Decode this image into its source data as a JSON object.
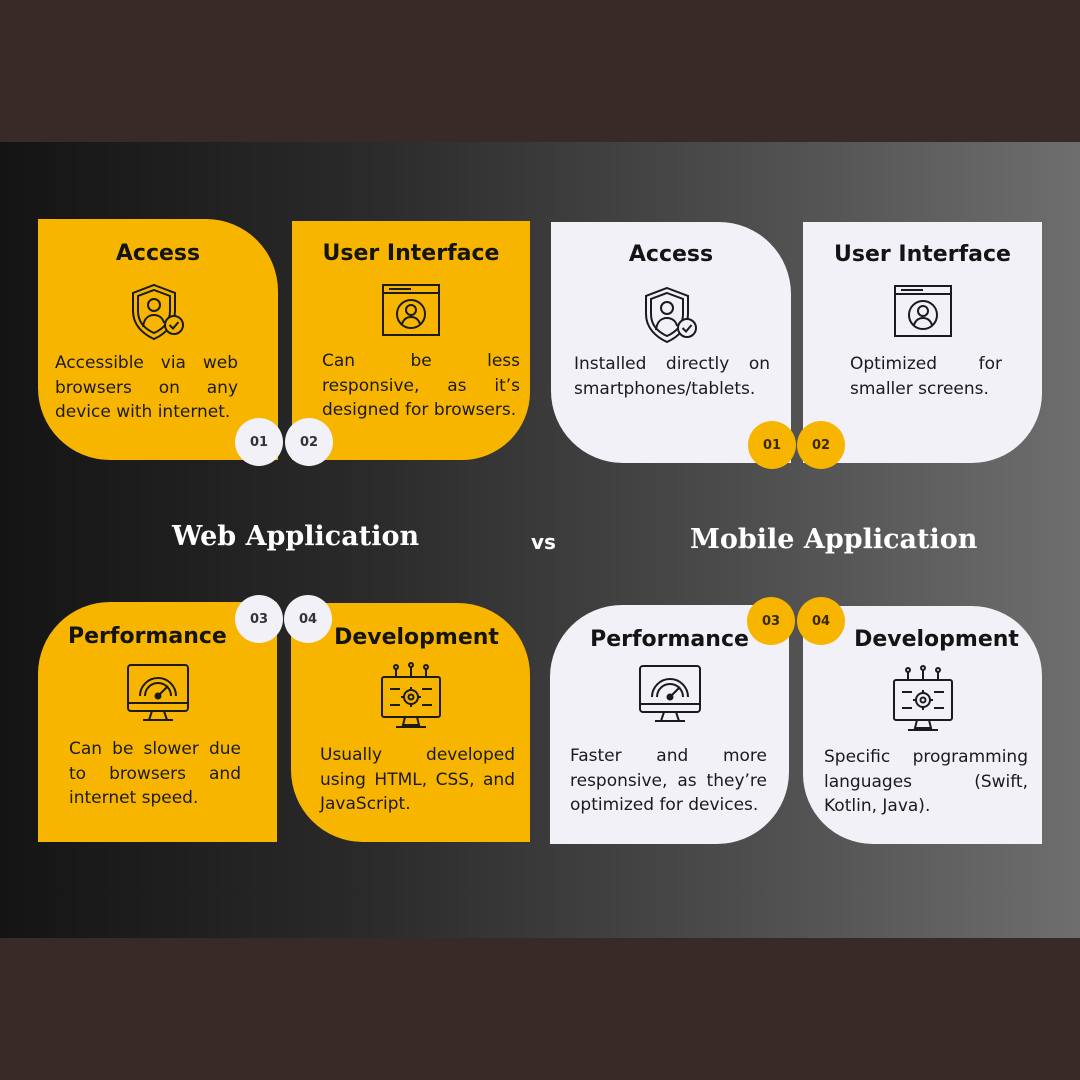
{
  "labels": {
    "web": "Web Application",
    "vs": "vs",
    "mobile": "Mobile Application"
  },
  "web": {
    "access": {
      "title": "Access",
      "desc": "Accessible via web browsers on any device with internet.",
      "num": "01",
      "icon": "shield-user-check-icon"
    },
    "ui": {
      "title": "User Interface",
      "desc": "Can be less responsive, as it’s designed for browsers.",
      "num": "02",
      "icon": "browser-user-icon"
    },
    "performance": {
      "title": "Performance",
      "desc": "Can be slower due to browsers and internet speed.",
      "num": "03",
      "icon": "monitor-speedometer-icon"
    },
    "development": {
      "title": "Development",
      "desc": "Usually developed using HTML, CSS, and JavaScript.",
      "num": "04",
      "icon": "monitor-gear-icon"
    }
  },
  "mobile": {
    "access": {
      "title": "Access",
      "desc": "Installed directly on smartphones/tablets.",
      "num": "01",
      "icon": "shield-user-check-icon"
    },
    "ui": {
      "title": "User Interface",
      "desc": "Optimized for smaller screens.",
      "num": "02",
      "icon": "browser-user-icon"
    },
    "performance": {
      "title": "Performance",
      "desc": "Faster and more responsive, as they’re optimized for devices.",
      "num": "03",
      "icon": "monitor-speedometer-icon"
    },
    "development": {
      "title": "Development",
      "desc": "Specific programming languages (Swift, Kotlin, Java).",
      "num": "04",
      "icon": "monitor-gear-icon"
    }
  },
  "colors": {
    "accent": "#f8b500",
    "card_light": "#f1f1f7",
    "frame": "#372a27"
  }
}
